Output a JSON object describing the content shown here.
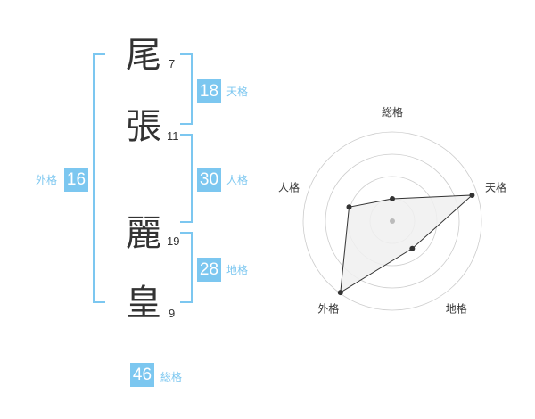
{
  "name": {
    "characters": [
      {
        "char": "尾",
        "strokes": "7"
      },
      {
        "char": "張",
        "strokes": "11"
      },
      {
        "char": "麗",
        "strokes": "19"
      },
      {
        "char": "皇",
        "strokes": "9"
      }
    ]
  },
  "fortune": {
    "tenkaku": {
      "value": "18",
      "label": "天格"
    },
    "jinkaku": {
      "value": "30",
      "label": "人格"
    },
    "chikaku": {
      "value": "28",
      "label": "地格"
    },
    "gaikaku": {
      "value": "16",
      "label": "外格"
    },
    "soukaku": {
      "value": "46",
      "label": "総格"
    }
  },
  "chart_data": {
    "type": "radar",
    "axes": [
      "総格",
      "天格",
      "地格",
      "外格",
      "人格"
    ],
    "series": [
      {
        "values": [
          0.25,
          0.94,
          0.38,
          0.99,
          0.51
        ]
      }
    ],
    "rings": 4,
    "range": [
      0,
      1
    ],
    "colors": {
      "fill": "#f0f0f0",
      "line": "#333333",
      "grid": "#cccccc",
      "point": "#333333",
      "center": "#bbbbbb"
    }
  },
  "colors": {
    "accent": "#7cc7f0",
    "text": "#333333"
  }
}
